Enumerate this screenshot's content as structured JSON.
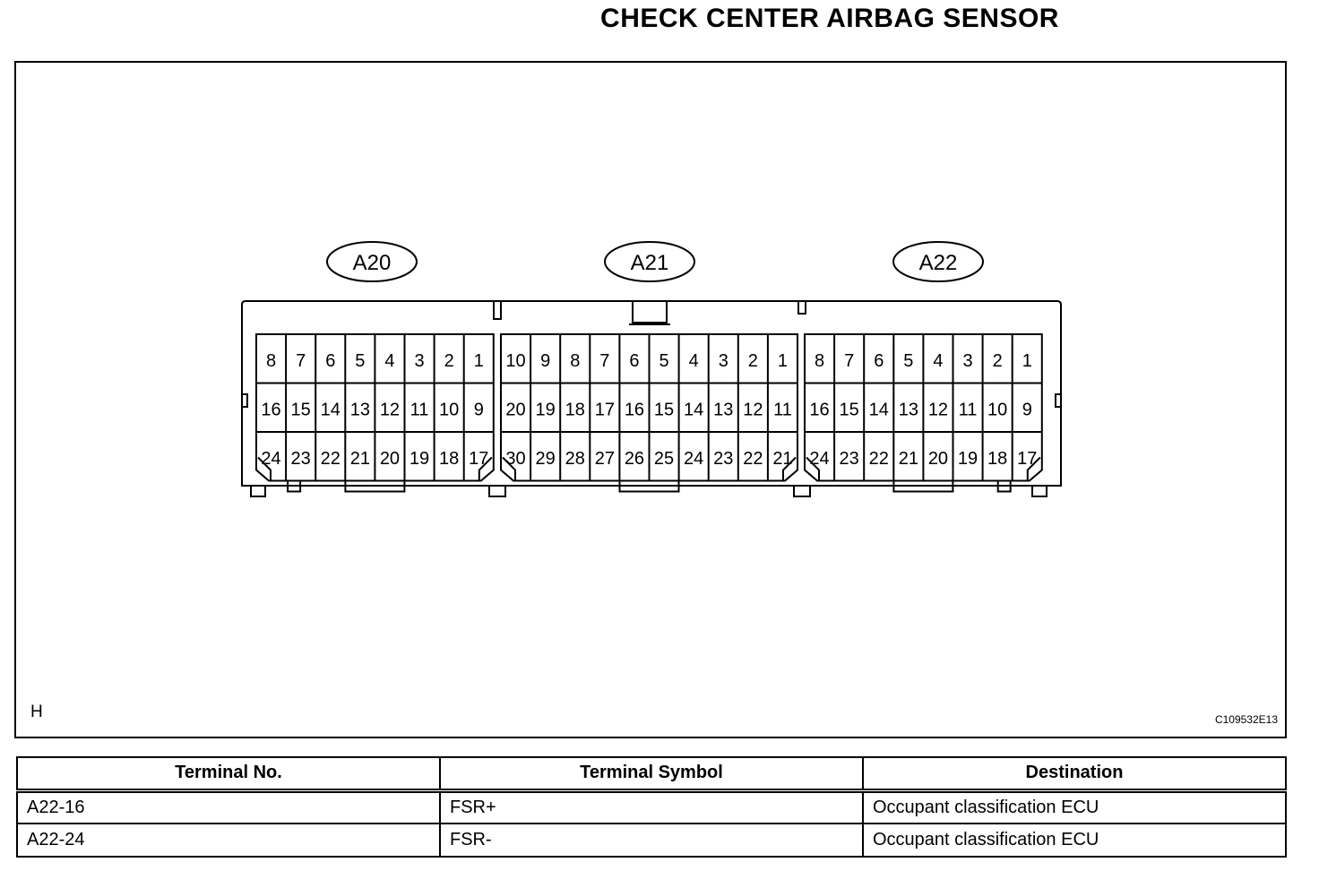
{
  "title": "CHECK CENTER AIRBAG SENSOR",
  "frame": {
    "corner_mark": "H",
    "illustration_code": "C109532E13"
  },
  "connectors": [
    {
      "label": "A20",
      "rows": [
        [
          "8",
          "7",
          "6",
          "5",
          "4",
          "3",
          "2",
          "1"
        ],
        [
          "16",
          "15",
          "14",
          "13",
          "12",
          "11",
          "10",
          "9"
        ],
        [
          "24",
          "23",
          "22",
          "21",
          "20",
          "19",
          "18",
          "17"
        ]
      ]
    },
    {
      "label": "A21",
      "rows": [
        [
          "10",
          "9",
          "8",
          "7",
          "6",
          "5",
          "4",
          "3",
          "2",
          "1"
        ],
        [
          "20",
          "19",
          "18",
          "17",
          "16",
          "15",
          "14",
          "13",
          "12",
          "11"
        ],
        [
          "30",
          "29",
          "28",
          "27",
          "26",
          "25",
          "24",
          "23",
          "22",
          "21"
        ]
      ]
    },
    {
      "label": "A22",
      "rows": [
        [
          "8",
          "7",
          "6",
          "5",
          "4",
          "3",
          "2",
          "1"
        ],
        [
          "16",
          "15",
          "14",
          "13",
          "12",
          "11",
          "10",
          "9"
        ],
        [
          "24",
          "23",
          "22",
          "21",
          "20",
          "19",
          "18",
          "17"
        ]
      ]
    }
  ],
  "table": {
    "headers": [
      "Terminal No.",
      "Terminal Symbol",
      "Destination"
    ],
    "rows": [
      [
        "A22-16",
        "FSR+",
        "Occupant classification ECU"
      ],
      [
        "A22-24",
        "FSR-",
        "Occupant classification ECU"
      ]
    ]
  }
}
